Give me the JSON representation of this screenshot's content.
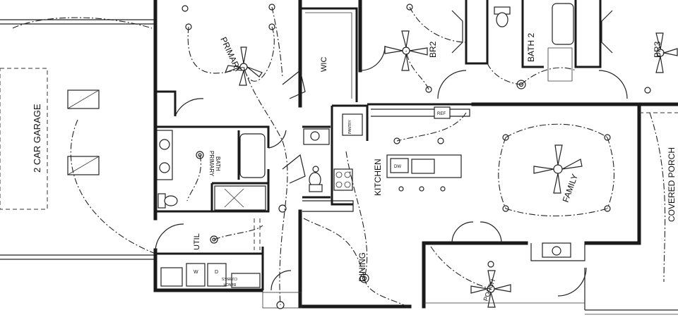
{
  "rooms": {
    "garage": "2 CAR GARAGE",
    "primary": "PRIMARY",
    "wic": "WIC",
    "br2": "BR2",
    "bath2": "BATH 2",
    "br3": "BR3",
    "primary_bath_line1": "PRIMARY",
    "primary_bath_line2": "BATH",
    "pantry": "PANTRY",
    "kitchen": "KITCHEN",
    "dw": "DW",
    "ref": "REF",
    "family": "FAMILY",
    "covered_porch": "COVERED PORCH",
    "util": "UTIL",
    "w": "W",
    "d": "D",
    "cubbies": "CUBBIES",
    "bench": "BENCH",
    "dining": "DINING",
    "porch": "PORCH"
  }
}
